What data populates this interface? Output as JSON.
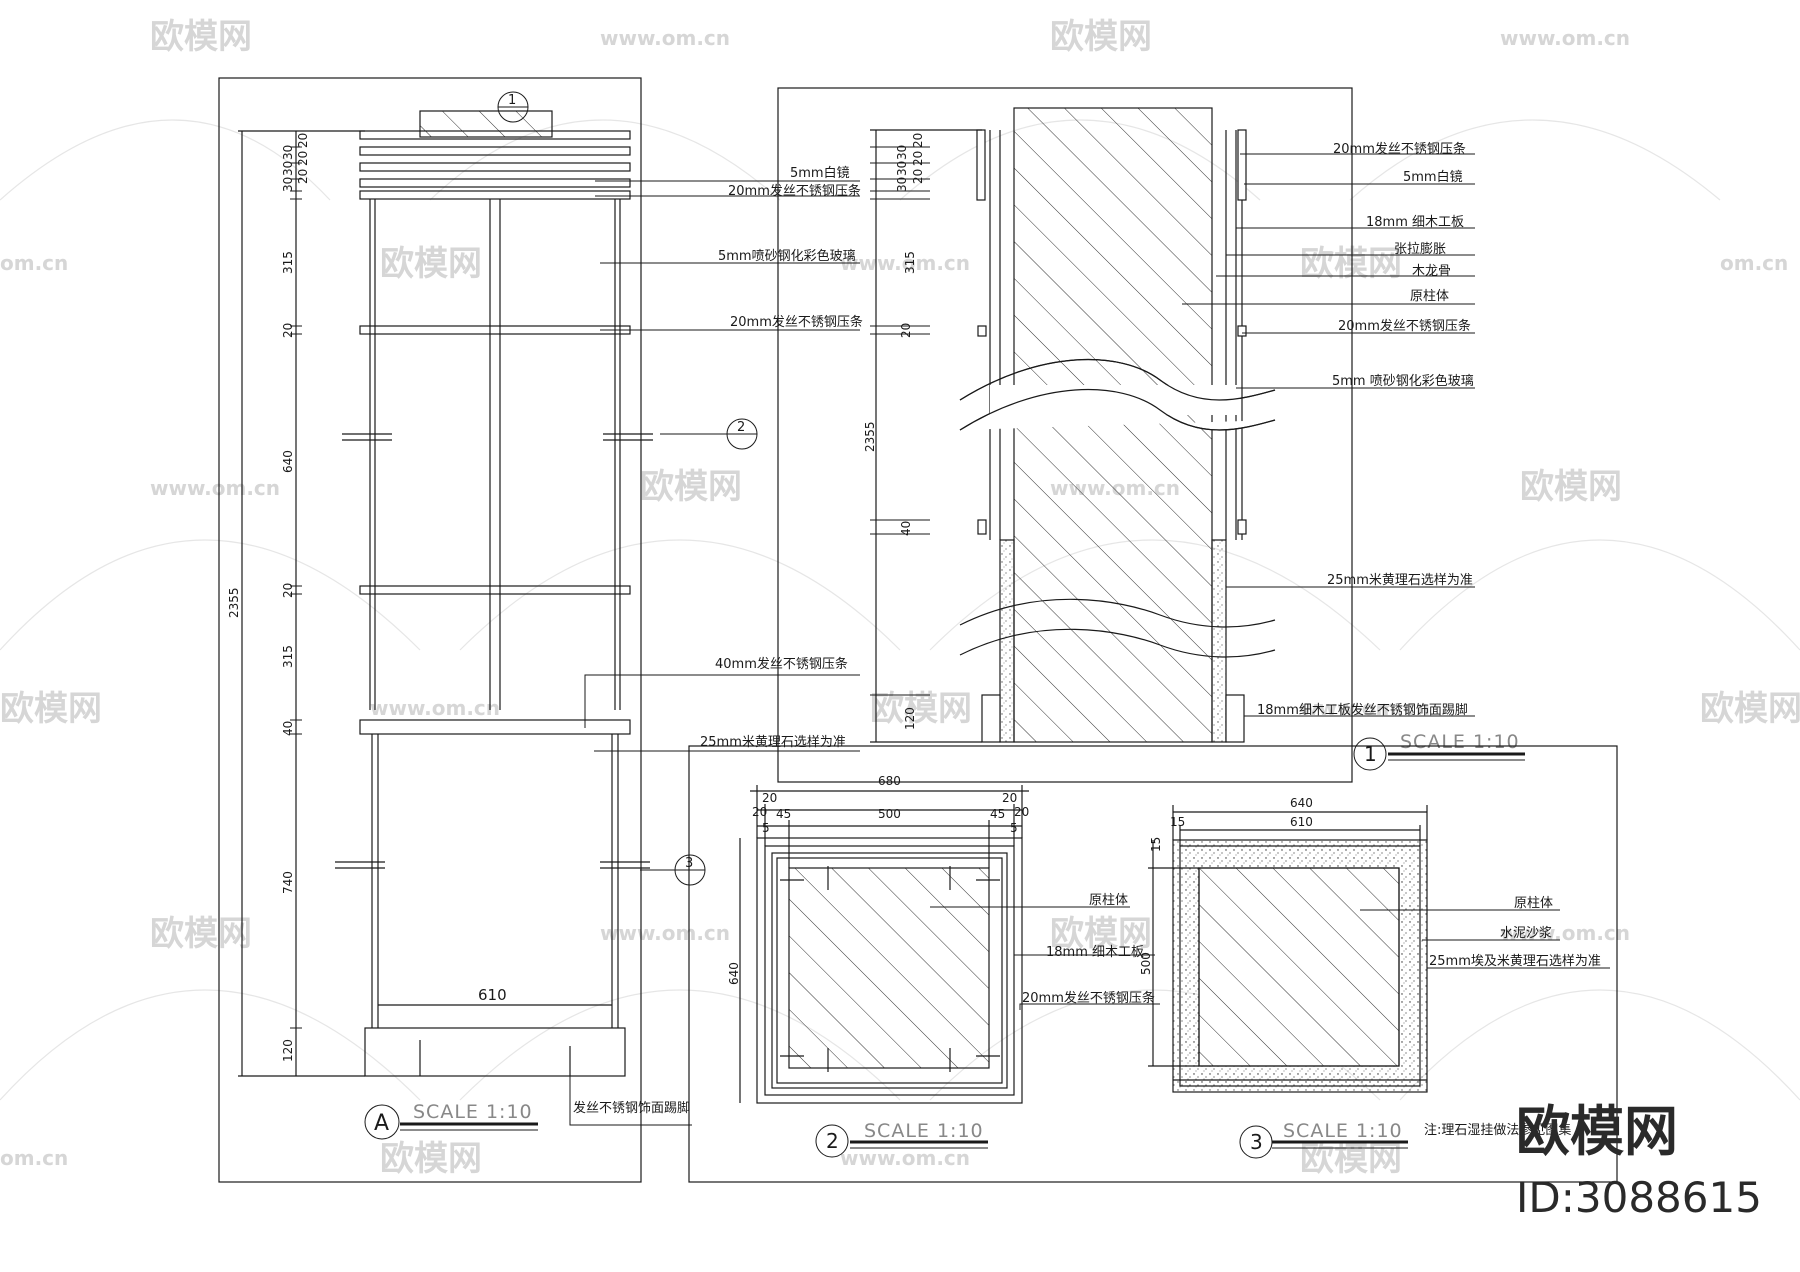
{
  "watermarks": {
    "brand": "欧模网",
    "url": "www.om.cn",
    "url_short": "om.cn",
    "corner_brand": "欧模网",
    "corner_id": "ID:3088615"
  },
  "section_a": {
    "marker": "A",
    "scale": "SCALE 1:10",
    "callouts": {
      "c1": "1",
      "c2": "2",
      "c3": "3"
    },
    "dims_top": [
      "30",
      "30",
      "30",
      "20",
      "20",
      "20"
    ],
    "dims": {
      "d315a": "315",
      "d20a": "20",
      "d640": "640",
      "d20b": "20",
      "d315b": "315",
      "d40": "40",
      "d740": "740",
      "d120": "120",
      "total": "2355",
      "width": "610"
    },
    "labels": {
      "l1": "5mm白镜",
      "l2": "20mm发丝不锈钢压条",
      "l3": "5mm喷砂钢化彩色玻璃",
      "l4": "20mm发丝不锈钢压条",
      "l5": "40mm发丝不锈钢压条",
      "l6": "25mm米黄理石选样为准",
      "l7": "发丝不锈钢饰面踢脚"
    }
  },
  "section_1": {
    "marker": "1",
    "scale": "SCALE 1:10",
    "dims_top": [
      "30",
      "30",
      "30",
      "20",
      "20",
      "20"
    ],
    "dims": {
      "d315": "315",
      "d20": "20",
      "total": "2355",
      "d40": "40",
      "d120": "120"
    },
    "labels": {
      "l1": "20mm发丝不锈钢压条",
      "l2": "5mm白镜",
      "l3": "18mm 细木工板",
      "l4": "张拉膨胀",
      "l5": "木龙骨",
      "l6": "原柱体",
      "l7": "20mm发丝不锈钢压条",
      "l8": "5mm 喷砂钢化彩色玻璃",
      "l9": "25mm米黄理石选样为准",
      "l10": "18mm细木工板发丝不锈钢饰面踢脚"
    }
  },
  "section_2": {
    "marker": "2",
    "scale": "SCALE 1:10",
    "dims": {
      "w680": "680",
      "w20l": "20",
      "w20r": "20",
      "w20l2": "20",
      "w45l": "45",
      "w500": "500",
      "w45r": "45",
      "w20r2": "20",
      "w5l": "5",
      "w5r": "5",
      "h640": "640"
    },
    "labels": {
      "l1": "原柱体",
      "l2": "18mm 细木工板",
      "l3": "20mm发丝不锈钢压条"
    }
  },
  "section_3": {
    "marker": "3",
    "scale": "SCALE 1:10",
    "dims": {
      "w640": "640",
      "w610": "610",
      "w15": "15",
      "h15": "15",
      "h500": "500"
    },
    "labels": {
      "l1": "原柱体",
      "l2": "水泥沙浆",
      "l3": "25mm埃及米黄理石选样为准"
    },
    "note": "注:理石湿挂做法参见图集"
  },
  "colors": {
    "ink": "#1a1a1a",
    "watermark": "#d4d4d4"
  }
}
